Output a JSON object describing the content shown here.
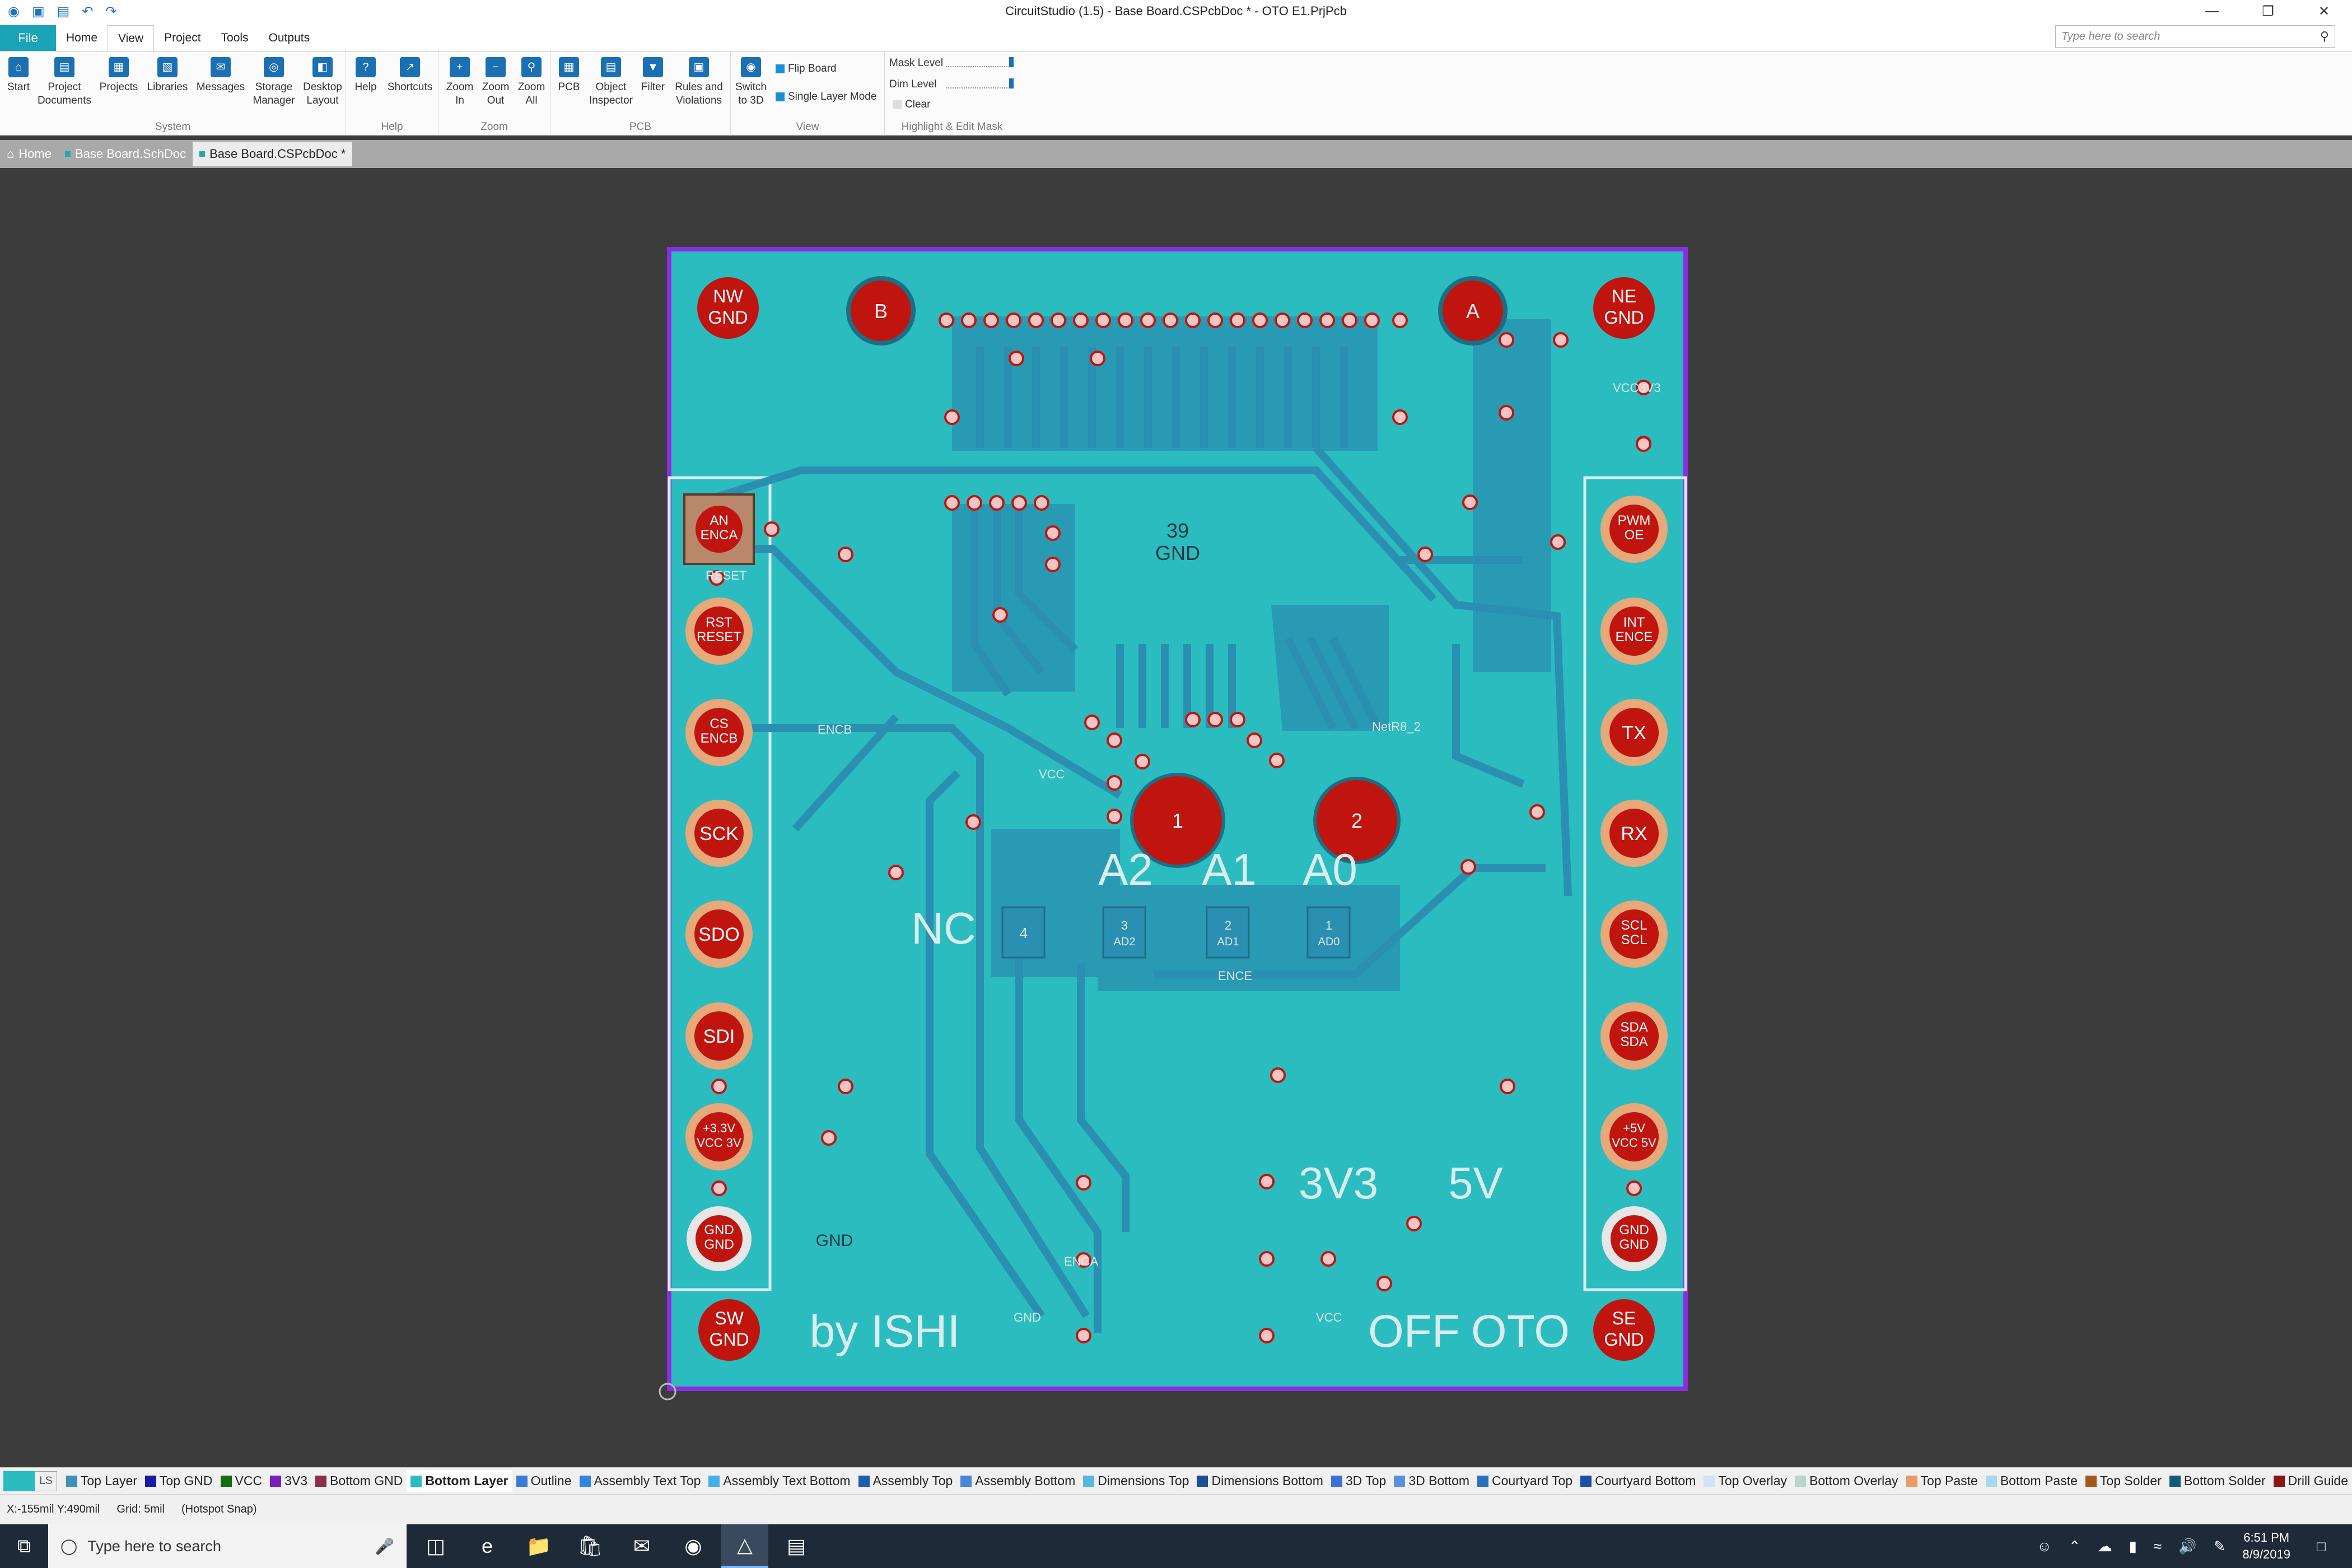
{
  "window": {
    "title": "CircuitStudio (1.5) - Base Board.CSPcbDoc * - OTO E1.PrjPcb",
    "minimize_glyph": "—",
    "restore_glyph": "❐",
    "close_glyph": "✕"
  },
  "menu": {
    "file": "File",
    "tabs": [
      "Home",
      "View",
      "Project",
      "Tools",
      "Outputs"
    ],
    "active_tab": "View",
    "search_placeholder": "Type here to search"
  },
  "ribbon": {
    "system": {
      "label": "System",
      "buttons": [
        "Start",
        "Project Documents",
        "Projects",
        "Libraries",
        "Messages",
        "Storage Manager",
        "Desktop Layout"
      ]
    },
    "help": {
      "label": "Help",
      "buttons": [
        "Help",
        "Shortcuts"
      ]
    },
    "zoom": {
      "label": "Zoom",
      "buttons": [
        "Zoom In",
        "Zoom Out",
        "Zoom All"
      ]
    },
    "pcb": {
      "label": "PCB",
      "buttons": [
        "PCB",
        "Object Inspector",
        "Filter",
        "Rules and Violations"
      ]
    },
    "view": {
      "label": "View",
      "buttons": [
        "Switch to 3D"
      ],
      "small": [
        "Flip Board",
        "Single Layer Mode"
      ]
    },
    "mask": {
      "label": "Highlight & Edit Mask",
      "mask_level": "Mask Level",
      "dim_level": "Dim Level",
      "clear": "Clear"
    }
  },
  "doc_tabs": [
    "Home",
    "Base Board.SchDoc",
    "Base Board.CSPcbDoc *"
  ],
  "board": {
    "corner_pads": [
      {
        "l1": "NW",
        "l2": "GND"
      },
      {
        "l1": "NE",
        "l2": "GND"
      },
      {
        "l1": "SW",
        "l2": "GND"
      },
      {
        "l1": "SE",
        "l2": "GND"
      }
    ],
    "mount_pads": [
      "B",
      "A",
      "1",
      "2"
    ],
    "left_pins": [
      {
        "l1": "AN",
        "l2": "ENCA"
      },
      {
        "l1": "RST",
        "l2": "RESET"
      },
      {
        "l1": "CS",
        "l2": "ENCB"
      },
      {
        "l1": "SCK",
        "l2": ""
      },
      {
        "l1": "SDO",
        "l2": ""
      },
      {
        "l1": "SDI",
        "l2": ""
      },
      {
        "l1": "+3.3V",
        "l2": "VCC 3V"
      },
      {
        "l1": "GND",
        "l2": "GND"
      }
    ],
    "right_pins": [
      {
        "l1": "PWM",
        "l2": "OE"
      },
      {
        "l1": "INT",
        "l2": "ENCE"
      },
      {
        "l1": "TX",
        "l2": ""
      },
      {
        "l1": "RX",
        "l2": ""
      },
      {
        "l1": "SCL",
        "l2": "SCL"
      },
      {
        "l1": "SDA",
        "l2": "SDA"
      },
      {
        "l1": "+5V",
        "l2": "VCC 5V"
      },
      {
        "l1": "GND",
        "l2": "GND"
      }
    ],
    "center_label_1": "39",
    "center_label_2": "GND",
    "silk_address": [
      "A2",
      "A1",
      "A0"
    ],
    "silk_nc": "NC",
    "silk_3v3": "3V3",
    "silk_5v": "5V",
    "silk_byishi": "by ISHI",
    "silk_off": "OFF",
    "silk_oto": "OTO",
    "silk_gnd": "GND",
    "pad_numbers": [
      "3",
      "2",
      "1",
      "4"
    ],
    "pad_names": [
      "AD2",
      "AD1",
      "AD0"
    ],
    "net_labels": [
      "RESET",
      "VCC",
      "ENCB",
      "ENCE",
      "ENCA",
      "GND",
      "VCC",
      "NetR8_2",
      "VCC3V3"
    ]
  },
  "layers": {
    "ls": "LS",
    "items": [
      {
        "name": "Top Layer",
        "color": "#3c93b7"
      },
      {
        "name": "Top GND",
        "color": "#1a1aa8"
      },
      {
        "name": "VCC",
        "color": "#116e11"
      },
      {
        "name": "3V3",
        "color": "#7a1fbf"
      },
      {
        "name": "Bottom GND",
        "color": "#8a2f4a"
      },
      {
        "name": "Bottom Layer",
        "color": "#2bbcbf"
      },
      {
        "name": "Outline",
        "color": "#3a7bd5"
      },
      {
        "name": "Assembly Text Top",
        "color": "#2f86de"
      },
      {
        "name": "Assembly Text Bottom",
        "color": "#43b0e8"
      },
      {
        "name": "Assembly Top",
        "color": "#1f5bb0"
      },
      {
        "name": "Assembly Bottom",
        "color": "#4a86d8"
      },
      {
        "name": "Dimensions Top",
        "color": "#5bb6e0"
      },
      {
        "name": "Dimensions Bottom",
        "color": "#1c4d99"
      },
      {
        "name": "3D Top",
        "color": "#3f6fdb"
      },
      {
        "name": "3D Bottom",
        "color": "#5a8fe6"
      },
      {
        "name": "Courtyard Top",
        "color": "#2a6fc0"
      },
      {
        "name": "Courtyard Bottom",
        "color": "#1a4fa6"
      },
      {
        "name": "Top Overlay",
        "color": "#cfe3f5"
      },
      {
        "name": "Bottom Overlay",
        "color": "#b9d4c9"
      },
      {
        "name": "Top Paste",
        "color": "#e89b6a"
      },
      {
        "name": "Bottom Paste",
        "color": "#a8d6ea"
      },
      {
        "name": "Top Solder",
        "color": "#a05b1b"
      },
      {
        "name": "Bottom Solder",
        "color": "#135a7a"
      },
      {
        "name": "Drill Guide",
        "color": "#8a1515"
      }
    ],
    "active": "Bottom Layer"
  },
  "status": {
    "coords": "X:-155mil Y:490mil",
    "grid": "Grid: 5mil",
    "snap": "(Hotspot Snap)"
  },
  "taskbar": {
    "search_placeholder": "Type here to search",
    "time": "6:51 PM",
    "date": "8/9/2019"
  },
  "colors": {
    "board": "#2bbcbf",
    "outline": "#8b2be2",
    "trace": "#2a8fb0",
    "pad_red": "#c0150f",
    "silk": "#d9ecf0"
  }
}
